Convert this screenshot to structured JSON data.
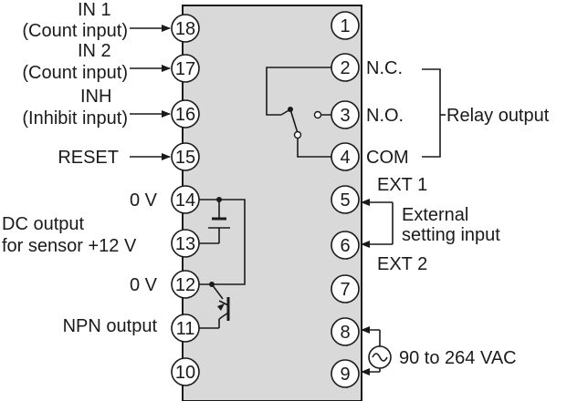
{
  "left_labels": {
    "in1_line1": "IN 1",
    "in1_line2": "(Count input)",
    "in2_line1": "IN 2",
    "in2_line2": "(Count input)",
    "inh_line1": "INH",
    "inh_line2": "(Inhibit input)",
    "reset": "RESET",
    "zero_v_14": "0 V",
    "dc_line1": "DC output",
    "dc_line2": "for sensor +12 V",
    "zero_v_12": "0 V",
    "npn": "NPN output"
  },
  "right_labels": {
    "nc": "N.C.",
    "no": "N.O.",
    "com": "COM",
    "relay_output": "Relay output",
    "ext1": "EXT 1",
    "external_line1": "External",
    "external_line2": "setting input",
    "ext2": "EXT 2",
    "vac": "90 to 264 VAC"
  },
  "pins": {
    "p1": "1",
    "p2": "2",
    "p3": "3",
    "p4": "4",
    "p5": "5",
    "p6": "6",
    "p7": "7",
    "p8": "8",
    "p9": "9",
    "p10": "10",
    "p11": "11",
    "p12": "12",
    "p13": "13",
    "p14": "14",
    "p15": "15",
    "p16": "16",
    "p17": "17",
    "p18": "18"
  },
  "colors": {
    "body_fill": "#d9d9d9",
    "line": "#1a1a1a",
    "background": "#ffffff"
  }
}
